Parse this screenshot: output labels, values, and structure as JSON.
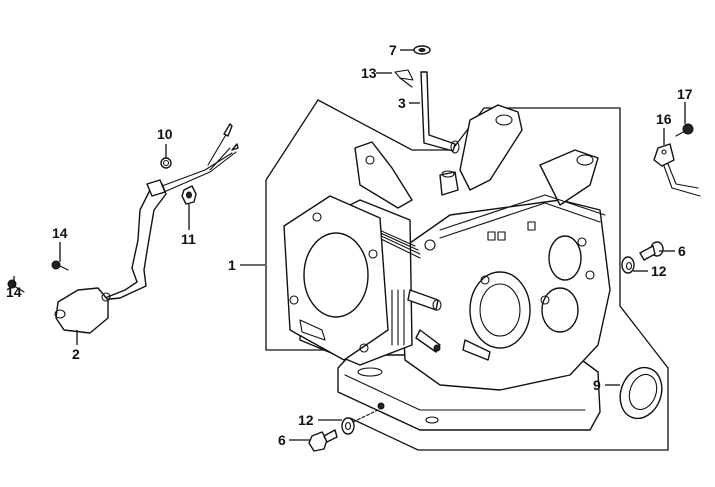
{
  "diagram": {
    "type": "exploded-parts-diagram",
    "ink_color": "#111111",
    "background": "#ffffff",
    "callouts": [
      {
        "id": "c1",
        "label": "1",
        "part": "cylinder-block"
      },
      {
        "id": "c2",
        "label": "2",
        "part": "oil-level-switch-housing"
      },
      {
        "id": "c3",
        "label": "3",
        "part": "governor-arm-shaft"
      },
      {
        "id": "c6a",
        "label": "6",
        "part": "flange-bolt"
      },
      {
        "id": "c6b",
        "label": "6",
        "part": "flange-bolt"
      },
      {
        "id": "c7",
        "label": "7",
        "part": "washer"
      },
      {
        "id": "c9",
        "label": "9",
        "part": "oil-seal"
      },
      {
        "id": "c10",
        "label": "10",
        "part": "grommet"
      },
      {
        "id": "c11",
        "label": "11",
        "part": "flange-nut"
      },
      {
        "id": "c12a",
        "label": "12",
        "part": "washer"
      },
      {
        "id": "c12b",
        "label": "12",
        "part": "washer"
      },
      {
        "id": "c13",
        "label": "13",
        "part": "pin"
      },
      {
        "id": "c14a",
        "label": "14",
        "part": "screw"
      },
      {
        "id": "c14b",
        "label": "14",
        "part": "screw"
      },
      {
        "id": "c16",
        "label": "16",
        "part": "oil-sensor-unit"
      },
      {
        "id": "c17",
        "label": "17",
        "part": "screw"
      }
    ]
  }
}
